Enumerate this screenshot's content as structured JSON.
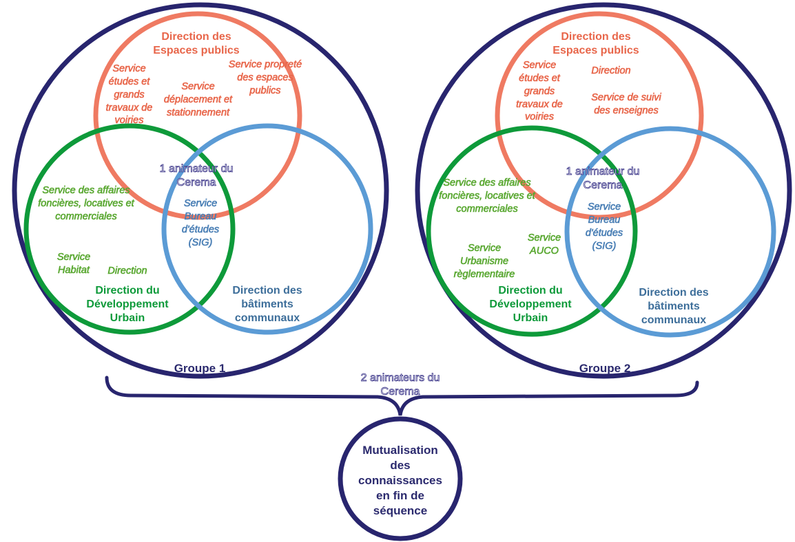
{
  "colors": {
    "group_circle": "#28256e",
    "espaces_publics": "#ef7a62",
    "developpement_urbain": "#0e9a3a",
    "batiments": "#5b9bd5",
    "service_red_text": "#e8664a",
    "service_green_text": "#5aa832",
    "service_blue_text": "#4a7fb5"
  },
  "group1": {
    "label": "Groupe 1",
    "espaces_publics": {
      "title_line1": "Direction des",
      "title_line2": "Espaces publics",
      "services": [
        "Service études et grands travaux de voiries",
        "Service déplacement et stationnement",
        "Service propreté des espaces publics"
      ]
    },
    "developpement_urbain": {
      "title": [
        "Direction du",
        "Développement",
        "Urbain"
      ],
      "services": [
        "Service des affaires foncières, locatives et commerciales",
        "Service Habitat",
        "Direction"
      ]
    },
    "batiments": {
      "title": [
        "Direction des",
        "bâtiments",
        "communaux"
      ],
      "services": [
        "Service Bureau d'études (SIG)"
      ]
    },
    "animateur": [
      "1 animateur du",
      "Cerema"
    ]
  },
  "group2": {
    "label": "Groupe 2",
    "espaces_publics": {
      "title_line1": "Direction des",
      "title_line2": "Espaces publics",
      "services": [
        "Service études et grands travaux de voiries",
        "Direction",
        "Service de suivi des enseignes"
      ]
    },
    "developpement_urbain": {
      "title": [
        "Direction du",
        "Développement",
        "Urbain"
      ],
      "services": [
        "Service des affaires foncières, locatives et commerciales",
        "Service AUCO",
        "Service Urbanisme règlementaire"
      ]
    },
    "batiments": {
      "title": [
        "Direction des",
        "bâtiments",
        "communaux"
      ],
      "services": [
        "Service Bureau d'études (SIG)"
      ]
    },
    "animateur": [
      "1 animateur du",
      "Cerema"
    ]
  },
  "shared": {
    "animateurs": [
      "2 animateurs du",
      "Cerema"
    ],
    "mutualisation": [
      "Mutualisation",
      "des",
      "connaissances",
      "en fin de",
      "séquence"
    ]
  }
}
